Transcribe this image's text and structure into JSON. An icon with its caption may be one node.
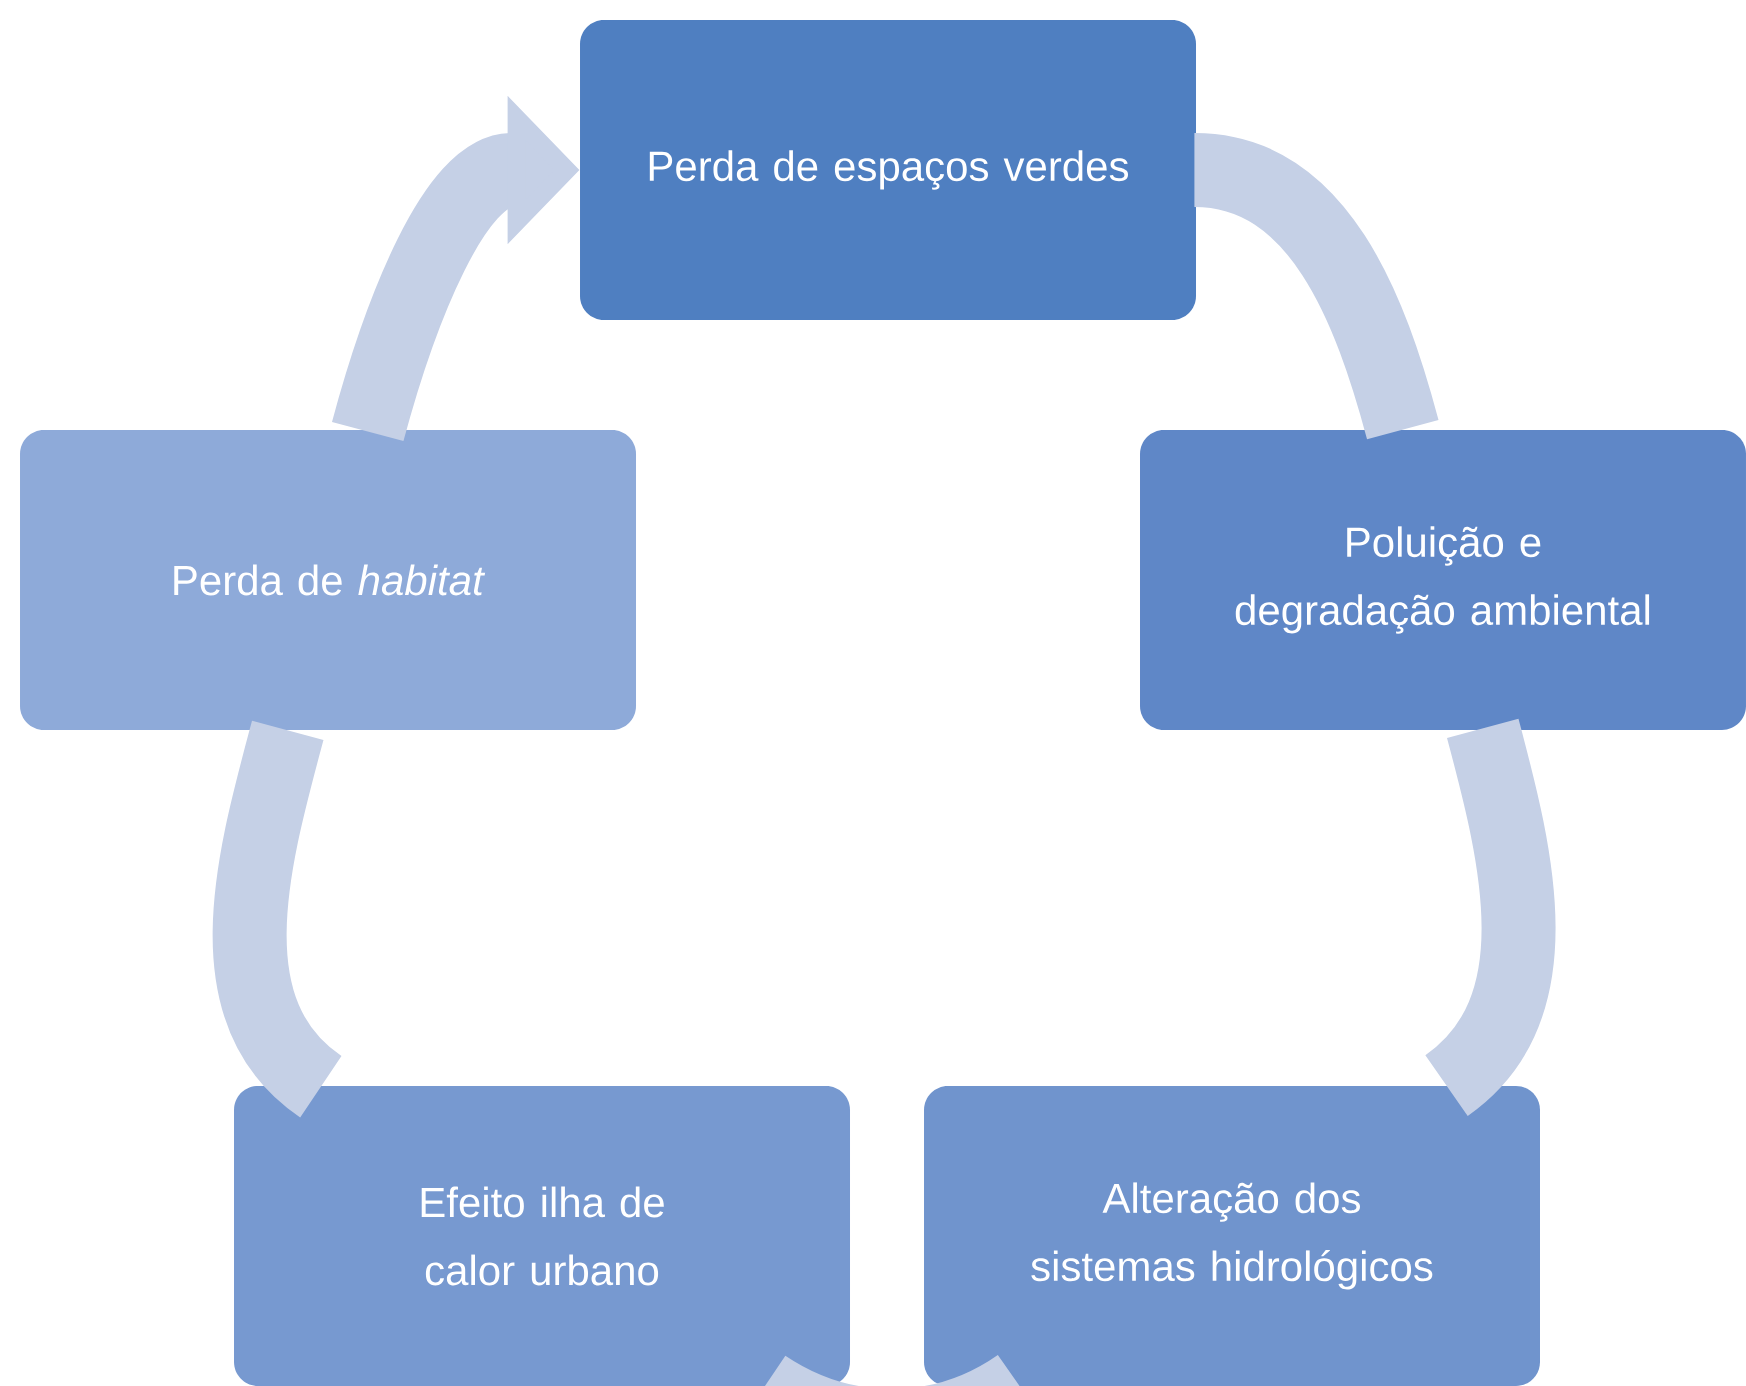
{
  "diagram": {
    "nodes": [
      {
        "text": [
          "Perda de espaços verdes"
        ]
      },
      {
        "text": [
          "Poluição e degradação ambiental"
        ]
      },
      {
        "text": [
          "Alteração dos sistemas hidrológicos"
        ]
      },
      {
        "text": [
          "Efeito ilha de calor urbano"
        ]
      },
      {
        "text": [
          "Perda de *habitat*"
        ]
      }
    ],
    "edges": [
      {
        "from": 0,
        "to": 1,
        "arrow": "none"
      },
      {
        "from": 1,
        "to": 2,
        "arrow": "none"
      },
      {
        "from": 2,
        "to": 3,
        "arrow": "none"
      },
      {
        "from": 3,
        "to": 4,
        "arrow": "none"
      },
      {
        "from": 4,
        "to": 0,
        "arrow": "to"
      }
    ]
  }
}
